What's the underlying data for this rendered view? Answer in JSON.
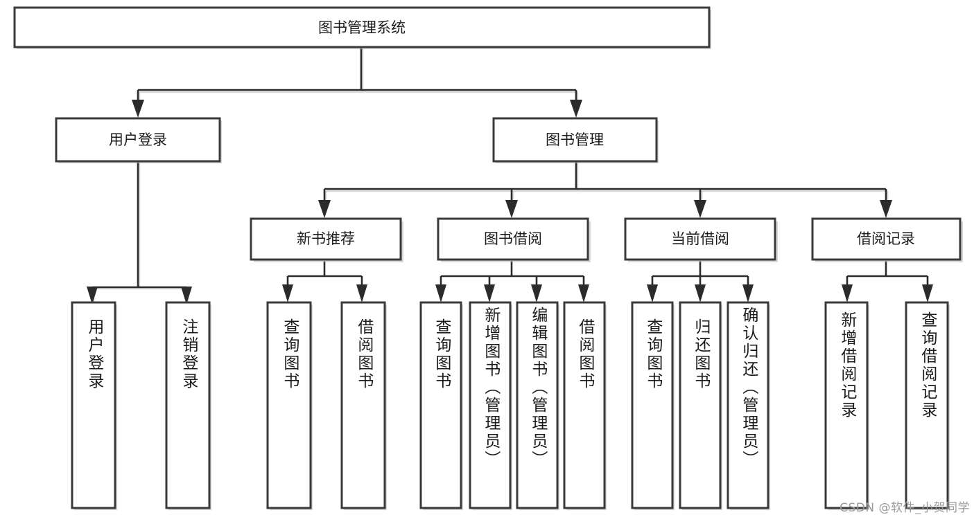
{
  "diagram": {
    "type": "tree",
    "title": "图书管理系统",
    "root": {
      "label": "图书管理系统"
    },
    "level2": [
      {
        "label": "用户登录"
      },
      {
        "label": "图书管理"
      }
    ],
    "level3": [
      {
        "label": "新书推荐"
      },
      {
        "label": "图书借阅"
      },
      {
        "label": "当前借阅"
      },
      {
        "label": "借阅记录"
      }
    ],
    "leaves": {
      "user_login": [
        {
          "label": "用户登录"
        },
        {
          "label": "注销登录"
        }
      ],
      "new_book": [
        {
          "label": "查询图书"
        },
        {
          "label": "借阅图书"
        }
      ],
      "book_borrow": [
        {
          "label": "查询图书"
        },
        {
          "label": "新增图书（管理员）"
        },
        {
          "label": "编辑图书（管理员）"
        },
        {
          "label": "借阅图书"
        }
      ],
      "current_borrow": [
        {
          "label": "查询图书"
        },
        {
          "label": "归还图书"
        },
        {
          "label": "确认归还（管理员）"
        }
      ],
      "borrow_record": [
        {
          "label": "新增借阅记录"
        },
        {
          "label": "查询借阅记录"
        }
      ]
    }
  },
  "watermark": {
    "text": "CSDN @软件_小贺同学"
  },
  "colors": {
    "box_stroke": "#3a3a3a",
    "connector": "#2b2b2b",
    "box_fill": "#ffffff",
    "background": "#ffffff",
    "watermark": "#9a9a9a"
  }
}
